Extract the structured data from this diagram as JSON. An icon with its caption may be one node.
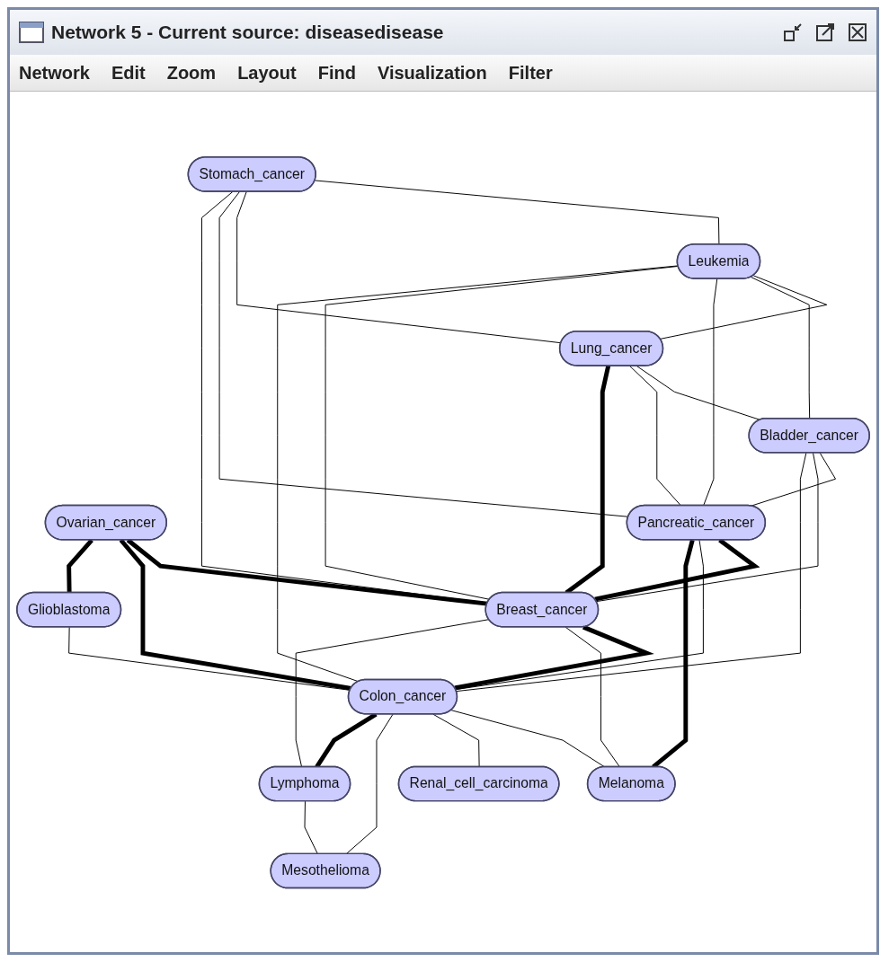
{
  "diagram": {
    "title": "Network 5 - Current source: diseasedisease",
    "nodes": [
      {
        "text": [
          "Stomach_cancer"
        ]
      },
      {
        "text": [
          "Leukemia"
        ]
      },
      {
        "text": [
          "Lung_cancer"
        ]
      },
      {
        "text": [
          "Bladder_cancer"
        ]
      },
      {
        "text": [
          "Ovarian_cancer"
        ]
      },
      {
        "text": [
          "Pancreatic_cancer"
        ]
      },
      {
        "text": [
          "Breast_cancer"
        ]
      },
      {
        "text": [
          "Glioblastoma"
        ]
      },
      {
        "text": [
          "Colon_cancer"
        ]
      },
      {
        "text": [
          "Melanoma"
        ]
      },
      {
        "text": [
          "Renal_cell_carcinoma"
        ]
      },
      {
        "text": [
          "Lymphoma"
        ]
      },
      {
        "text": [
          "Mesothelioma"
        ]
      }
    ],
    "edges": [
      {
        "from": 0,
        "to": 1,
        "arrow": "none"
      },
      {
        "from": 0,
        "to": 2,
        "arrow": "none"
      },
      {
        "from": 0,
        "to": 5,
        "arrow": "none"
      },
      {
        "from": 0,
        "to": 6,
        "arrow": "none"
      },
      {
        "from": 1,
        "to": 2,
        "arrow": "none"
      },
      {
        "from": 1,
        "to": 3,
        "arrow": "none"
      },
      {
        "from": 1,
        "to": 5,
        "arrow": "none"
      },
      {
        "from": 1,
        "to": 6,
        "arrow": "none"
      },
      {
        "from": 1,
        "to": 8,
        "arrow": "none"
      },
      {
        "from": 2,
        "to": 3,
        "arrow": "none"
      },
      {
        "from": 2,
        "to": 5,
        "arrow": "none"
      },
      {
        "from": 2,
        "to": 6,
        "arrow": "none",
        "style": "thick"
      },
      {
        "from": 3,
        "to": 5,
        "arrow": "none"
      },
      {
        "from": 3,
        "to": 6,
        "arrow": "none"
      },
      {
        "from": 3,
        "to": 8,
        "arrow": "none"
      },
      {
        "from": 4,
        "to": 6,
        "arrow": "none",
        "style": "thick"
      },
      {
        "from": 4,
        "to": 8,
        "arrow": "none",
        "style": "thick"
      },
      {
        "from": 4,
        "to": 7,
        "arrow": "none",
        "style": "thick"
      },
      {
        "from": 5,
        "to": 6,
        "arrow": "none",
        "style": "thick"
      },
      {
        "from": 5,
        "to": 8,
        "arrow": "none"
      },
      {
        "from": 5,
        "to": 9,
        "arrow": "none",
        "style": "thick"
      },
      {
        "from": 6,
        "to": 8,
        "arrow": "none",
        "style": "thick"
      },
      {
        "from": 6,
        "to": 9,
        "arrow": "none"
      },
      {
        "from": 6,
        "to": 11,
        "arrow": "none"
      },
      {
        "from": 7,
        "to": 8,
        "arrow": "none"
      },
      {
        "from": 8,
        "to": 9,
        "arrow": "none"
      },
      {
        "from": 8,
        "to": 10,
        "arrow": "none"
      },
      {
        "from": 8,
        "to": 12,
        "arrow": "none"
      },
      {
        "from": 8,
        "to": 11,
        "arrow": "none",
        "style": "thick"
      },
      {
        "from": 11,
        "to": 12,
        "arrow": "none"
      }
    ],
    "labels": [
      "Network",
      "Edit",
      "Zoom",
      "Layout",
      "Find",
      "Visualization",
      "Filter"
    ]
  }
}
